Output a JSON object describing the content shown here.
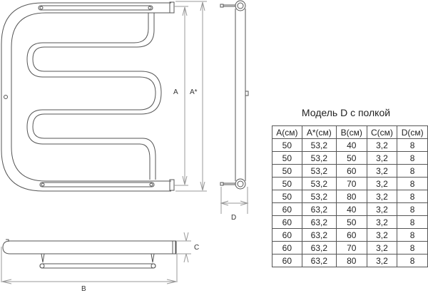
{
  "diagram": {
    "front_view": {
      "labels": {
        "height_inner": "A",
        "height_outer": "A*"
      }
    },
    "side_view": {
      "labels": {
        "depth": "D"
      }
    },
    "top_view": {
      "labels": {
        "width": "B",
        "tube": "C"
      }
    }
  },
  "table": {
    "title": "Модель D с полкой",
    "headers": [
      "A(см)",
      "A*(см)",
      "B(см)",
      "C(см)",
      "D(см)"
    ],
    "rows": [
      [
        "50",
        "53,2",
        "40",
        "3,2",
        "8"
      ],
      [
        "50",
        "53,2",
        "50",
        "3,2",
        "8"
      ],
      [
        "50",
        "53,2",
        "60",
        "3,2",
        "8"
      ],
      [
        "50",
        "53,2",
        "70",
        "3,2",
        "8"
      ],
      [
        "50",
        "53,2",
        "80",
        "3,2",
        "8"
      ],
      [
        "60",
        "63,2",
        "40",
        "3,2",
        "8"
      ],
      [
        "60",
        "63,2",
        "50",
        "3,2",
        "8"
      ],
      [
        "60",
        "63,2",
        "60",
        "3,2",
        "8"
      ],
      [
        "60",
        "63,2",
        "70",
        "3,2",
        "8"
      ],
      [
        "60",
        "63,2",
        "80",
        "3,2",
        "8"
      ]
    ]
  }
}
